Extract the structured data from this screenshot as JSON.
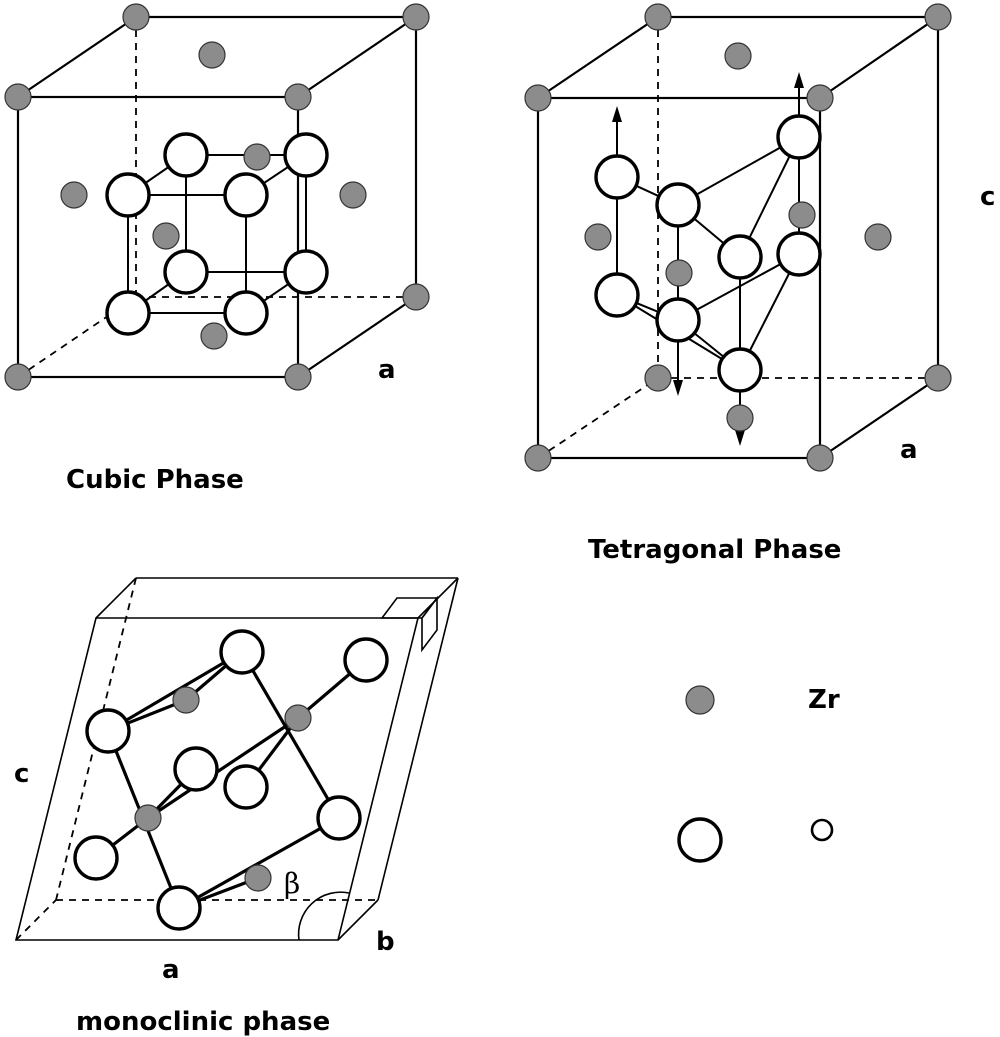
{
  "cubic": {
    "caption": "Cubic Phase",
    "axis_a": "a"
  },
  "tetragonal": {
    "caption": "Tetragonal Phase",
    "axis_a": "a",
    "axis_c": "c"
  },
  "monoclinic": {
    "caption": "monoclinic phase",
    "axis_a": "a",
    "axis_b": "b",
    "axis_c": "c",
    "angle": "β"
  },
  "legend": {
    "zr_label": "Zr"
  },
  "colors": {
    "zr_fill": "#8c8c8c",
    "line": "#000000",
    "background": "#ffffff"
  }
}
